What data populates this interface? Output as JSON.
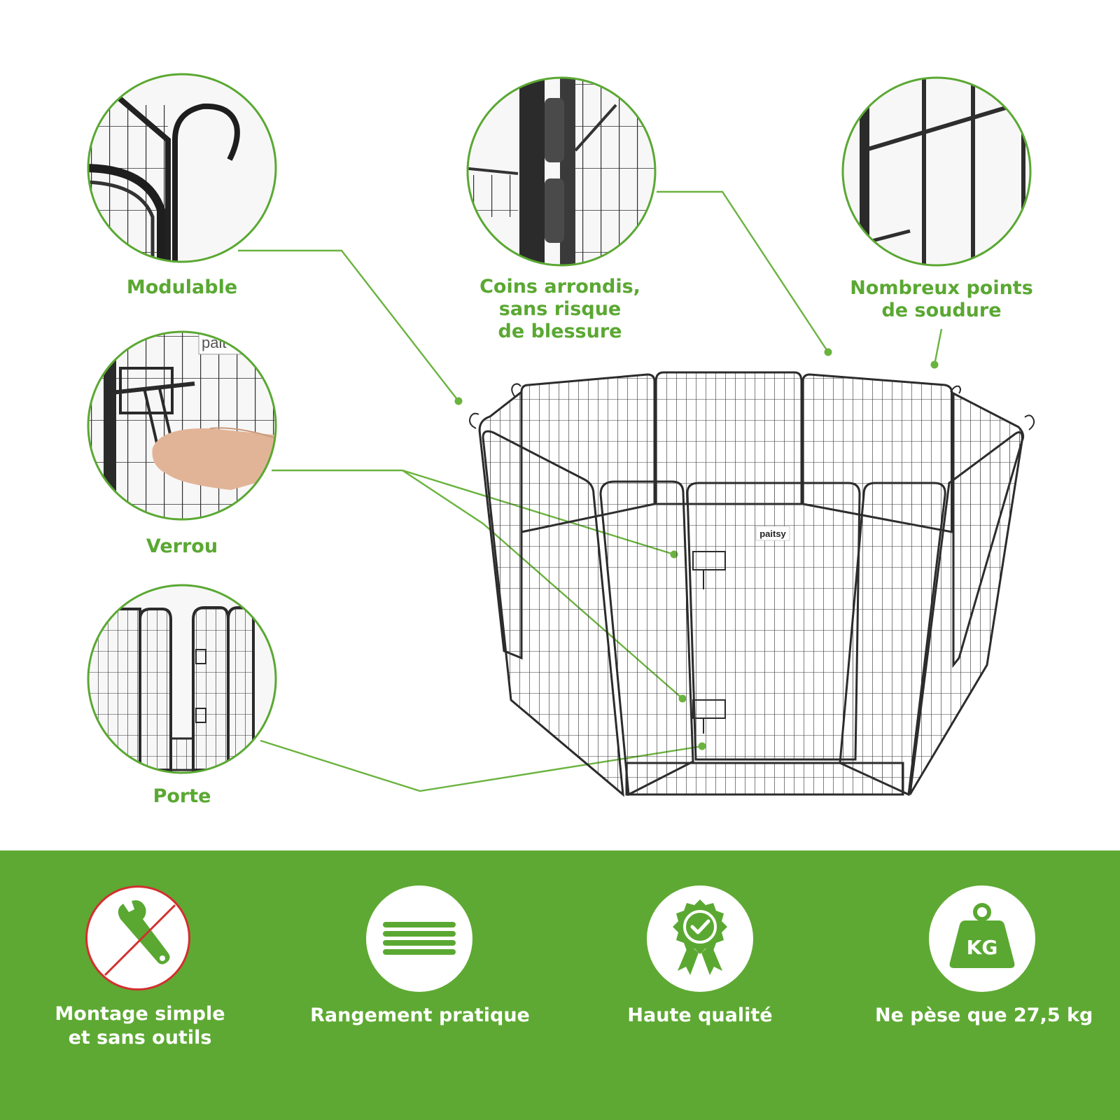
{
  "colors": {
    "accent": "#5aa832",
    "band": "#5ea933",
    "metal": "#2f2f2f",
    "forbidden": "#d32f2f"
  },
  "callouts": [
    {
      "name": "modulable",
      "lines": [
        "Modulable"
      ]
    },
    {
      "name": "coins",
      "lines": [
        "Coins arrondis,",
        "sans risque",
        "de blessure"
      ]
    },
    {
      "name": "soudure",
      "lines": [
        "Nombreux points",
        "de soudure"
      ]
    },
    {
      "name": "verrou",
      "lines": [
        "Verrou"
      ]
    },
    {
      "name": "porte",
      "lines": [
        "Porte"
      ]
    }
  ],
  "product": {
    "brand_plate": "paitsy",
    "zoom_brand_plate": "pait"
  },
  "features": [
    {
      "icon": "no-tools-icon",
      "lines": [
        "Montage simple",
        "et sans outils"
      ]
    },
    {
      "icon": "storage-lines-icon",
      "lines": [
        "Rangement pratique"
      ]
    },
    {
      "icon": "quality-badge-icon",
      "lines": [
        "Haute qualité"
      ]
    },
    {
      "icon": "weight-kg-icon",
      "icon_text": "KG",
      "lines": [
        "Ne pèse que 27,5 kg"
      ]
    }
  ]
}
